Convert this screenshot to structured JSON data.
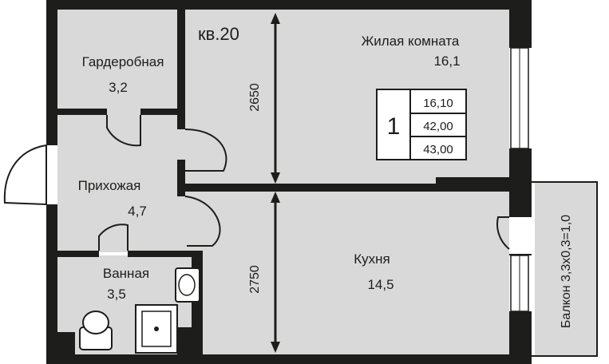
{
  "apartment": {
    "number_label": "кв.20",
    "rooms_count": "1",
    "area_living": "16,10",
    "area_total": "42,00",
    "area_with_balcony": "43,00"
  },
  "rooms": {
    "living": {
      "name": "Жилая комната",
      "area": "16,1"
    },
    "wardrobe": {
      "name": "Гардеробная",
      "area": "3,2"
    },
    "hallway": {
      "name": "Прихожая",
      "area": "4,7"
    },
    "bathroom": {
      "name": "Ванная",
      "area": "3,5"
    },
    "kitchen": {
      "name": "Кухня",
      "area": "14,5"
    },
    "balcony": {
      "label": "Балкон 3,3х0,3=1,0"
    }
  },
  "dimensions": {
    "living_height": "2650",
    "kitchen_height": "2750"
  }
}
